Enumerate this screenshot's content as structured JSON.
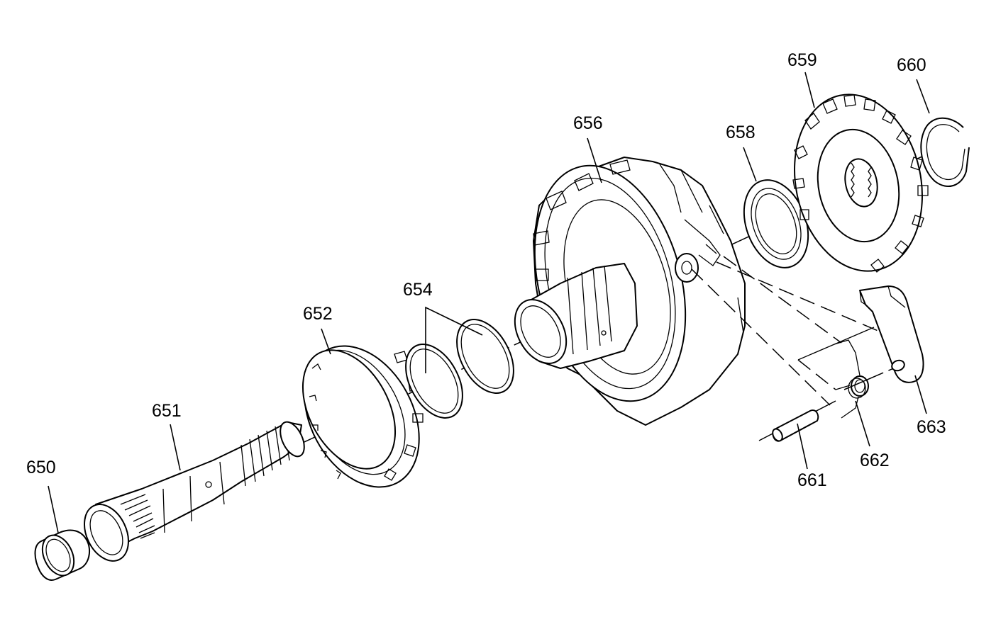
{
  "callouts": {
    "c650": "650",
    "c651": "651",
    "c652": "652",
    "c654": "654",
    "c656": "656",
    "c658": "658",
    "c659": "659",
    "c660": "660",
    "c661": "661",
    "c662": "662",
    "c663": "663"
  },
  "colors": {
    "line": "#000000",
    "background": "#ffffff"
  }
}
